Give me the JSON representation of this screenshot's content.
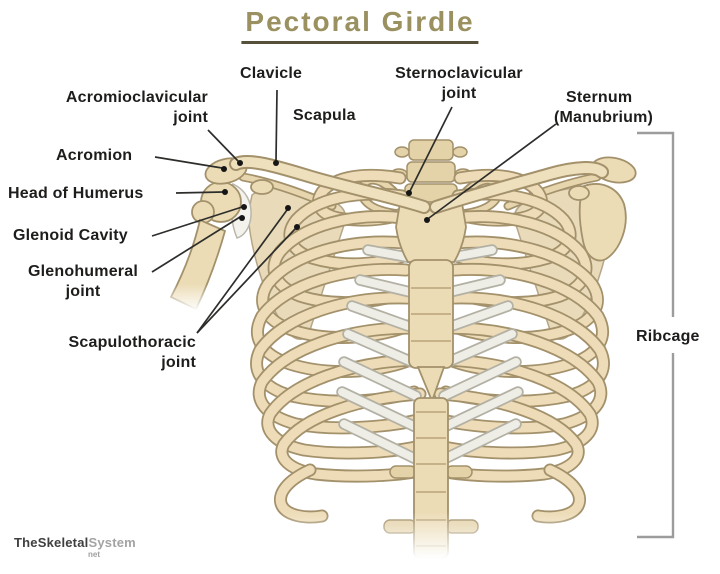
{
  "title": {
    "text": "Pectoral Girdle"
  },
  "labels": {
    "clavicle": {
      "text": "Clavicle"
    },
    "acromioclavicular_joint": {
      "l1": "Acromioclavicular",
      "l2": "joint"
    },
    "sternoclavicular_joint": {
      "l1": "Sternoclavicular",
      "l2": "joint"
    },
    "scapula": {
      "text": "Scapula"
    },
    "sternum": {
      "l1": "Sternum",
      "l2": "(Manubrium)"
    },
    "acromion": {
      "text": "Acromion"
    },
    "head_of_humerus": {
      "text": "Head of Humerus"
    },
    "glenoid_cavity": {
      "text": "Glenoid Cavity"
    },
    "glenohumeral_joint": {
      "l1": "Glenohumeral",
      "l2": "joint"
    },
    "scapulothoracic_joint": {
      "l1": "Scapulothoracic",
      "l2": "joint"
    },
    "ribcage": {
      "text": "Ribcage"
    }
  },
  "watermark": {
    "brand_bold": "TheSkeletal",
    "brand_light": "System",
    "tld": "net"
  },
  "colors": {
    "title": "#9a9060",
    "title_underline": "#564f3a",
    "label_text": "#1e1d1b",
    "bone_fill": "#ecdcb6",
    "bone_outline": "#a3916b",
    "cartilage": "#eeede6",
    "leader_line": "#2d2d2b",
    "bracket": "#9c9c9c",
    "background": "#ffffff"
  }
}
